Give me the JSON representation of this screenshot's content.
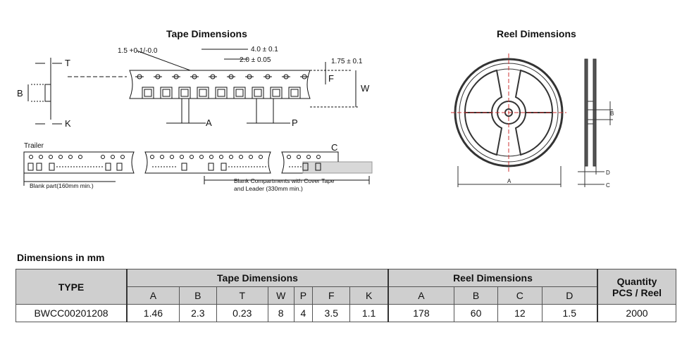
{
  "titles": {
    "tape": "Tape Dimensions",
    "reel": "Reel Dimensions",
    "dimensions": "Dimensions in mm"
  },
  "tape_labels": {
    "T": "T",
    "B": "B",
    "K": "K",
    "A": "A",
    "P": "P",
    "W": "W",
    "F": "F",
    "C": "C",
    "sprocket_tol": "1.5 +0.1/-0.0",
    "pitch_4": "4.0 ± 0.1",
    "pitch_2": "2.0 ± 0.05",
    "edge": "1.75 ± 0.1",
    "trailer": "Trailer",
    "blank_part": "Blank part(160mm min.)",
    "blank_comp_1": "Blank Compartments with Cover Tape",
    "blank_comp_2": "and Leader (330mm min.)"
  },
  "reel_labels": {
    "A": "A",
    "B": "B",
    "C": "C",
    "D": "D"
  },
  "table": {
    "type_header": "TYPE",
    "tape_header": "Tape Dimensions",
    "reel_header": "Reel Dimensions",
    "qty_header_1": "Quantity",
    "qty_header_2": "PCS / Reel",
    "tape_cols": [
      "A",
      "B",
      "T",
      "W",
      "P",
      "F",
      "K"
    ],
    "reel_cols": [
      "A",
      "B",
      "C",
      "D"
    ],
    "row": {
      "type": "BWCC00201208",
      "tape": [
        "1.46",
        "2.3",
        "0.23",
        "8",
        "4",
        "3.5",
        "1.1"
      ],
      "reel": [
        "178",
        "60",
        "12",
        "1.5"
      ],
      "qty": "2000"
    }
  }
}
